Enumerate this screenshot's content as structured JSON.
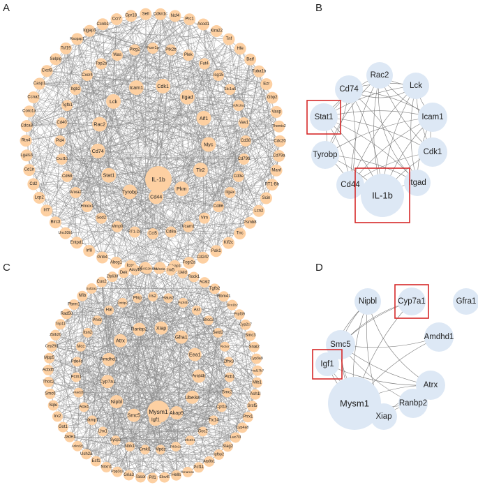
{
  "panels": [
    {
      "label": "A",
      "outer": [
        "Cdkn1c",
        "Ncf4",
        "Prc1",
        "Acod1",
        "Klra22",
        "Tnf",
        "Hfe",
        "Batf",
        "Tuba1b",
        "Ezr",
        "Gbp2",
        "Vasp",
        "Themis2",
        "Cdc20",
        "Cd79a",
        "Manf",
        "RT1-Bb",
        "Scin",
        "Lcn2",
        "Psmb8",
        "Tnc",
        "Kif2c",
        "Pak1",
        "Cd247",
        "Fcgr2a",
        "Nckap1l",
        "Hck",
        "Arhgap9",
        "Icos",
        "Abcg1",
        "Gnb4",
        "Irf8",
        "Entpd1",
        "Unc93b1",
        "Birc3",
        "Irf7",
        "Lcp2",
        "Cd2",
        "Cd1ir",
        "Lgals3",
        "Rtn4",
        "Cdca8",
        "Coro1a",
        "Ccna2",
        "Casp1",
        "Cxcl9",
        "Selplg",
        "Tcf19",
        "Racgap1",
        "Iqgap3",
        "Ccnb1",
        "Ccr7",
        "Gpr18",
        "Sell"
      ],
      "middle": [
        "Fcer1g",
        "Ptk2b",
        "Plek",
        "Fut4",
        "Isg15",
        "Slc1a5",
        "Aldh18a1",
        "Vav1",
        "Cd38",
        "Cd79b",
        "Cd3e",
        "Itgax",
        "Cd86",
        "Vim",
        "Vcam1",
        "Cd8a",
        "Ccl5",
        "RT1-Da",
        "Mmp9",
        "Sod2",
        "Hmox1",
        "Anxa2",
        "Cd68",
        "Cxcl10",
        "Pld4",
        "Cd40",
        "Tgfb1",
        "Itgb2",
        "Cxcr4",
        "Top2a",
        "Was",
        "Plcg2"
      ],
      "inner": [
        "Icam1",
        "Cdk1",
        "Itgad",
        "Aif1",
        "Myc",
        "Tlr2",
        "Pkm",
        "Cd44",
        "Tyrobp",
        "Stat1",
        "Cd74",
        "Rac2",
        "Lck"
      ],
      "hub": "IL-1b"
    },
    {
      "label": "B",
      "nodes": [
        "Rac2",
        "Lck",
        "Icam1",
        "Cdk1",
        "Itgad",
        "IL-1b",
        "Cd44",
        "Tyrobp",
        "Stat1",
        "Cd74"
      ],
      "highlighted": [
        "Stat1",
        "IL-1b"
      ]
    },
    {
      "label": "C",
      "outer": [
        "Cwf19l2",
        "Irx5",
        "Ueld",
        "Rock1",
        "Acat2",
        "Tgfb2",
        "Rbm41",
        "Slco1b2",
        "Prpf39",
        "Cyp2c7",
        "Smc3",
        "Snai2",
        "Cyp3a9",
        "Hsd17b7",
        "Mib1",
        "Ash1l",
        "Srsf5",
        "Prrx1",
        "Cyp4a8",
        "Luc7l3",
        "Stag2",
        "Igfbp2",
        "Atp8b1",
        "Pcf11",
        "Smarca1",
        "Hells",
        "Elovl6",
        "Pif1",
        "Tasor",
        "Gria3",
        "Ppp3ca",
        "Nrxn1",
        "Esf1",
        "Ush2a",
        "Ankrd26",
        "Jade1",
        "Got1",
        "Irx2",
        "Sqle",
        "Smc6",
        "Thoc2",
        "Acbd5",
        "Mpp5",
        "Cep290",
        "Zbtb20",
        "Trip11",
        "Rad50",
        "Pbrm1",
        "Nfib",
        "Sult2a1",
        "Cux2",
        "Zfp638",
        "Dek",
        "Adcy10",
        "A0A0G2K4R8"
      ],
      "middle": [
        "Irs2",
        "Haus3",
        "Prpf4b",
        "Asl",
        "Brcc3",
        "Setd2",
        "Rictor",
        "Zfhx3",
        "Plcb1",
        "Smc2",
        "Cpt1a",
        "Ttc14",
        "Gcc2",
        "Zfc3h1",
        "Pik3c2a",
        "Mpdz",
        "Cmkl1",
        "Ntrk1",
        "Sycp3",
        "Lhx1",
        "Vamp7",
        "Aox4",
        "Atad2b",
        "Pcm1",
        "Pde4d",
        "Mcc",
        "Itsn2",
        "Pnisr",
        "Hal",
        "Dnttip2",
        "Phip"
      ],
      "inner": [
        "Ranbp2",
        "Xiap",
        "Gfra1",
        "Eea1",
        "Arid4b",
        "Ube3a",
        "Akap9",
        "Igf1",
        "Smc5",
        "Nipbl",
        "Cyp7a1",
        "Amdhd1",
        "Atrx"
      ],
      "hub": "Mysm1"
    },
    {
      "label": "D",
      "nodes": [
        "Nipbl",
        "Cyp7a1",
        "Gfra1",
        "Smc5",
        "Amdhd1",
        "Igf1",
        "Atrx",
        "Mysm1",
        "Ranbp2",
        "Xiap"
      ],
      "highlighted": [
        "Cyp7a1",
        "Igf1"
      ]
    }
  ],
  "colors": {
    "dense_node": "#fdd0a2",
    "subnet_node": "#dde8f5",
    "edge": "#8a8a8a",
    "highlight_box": "#d62828"
  }
}
